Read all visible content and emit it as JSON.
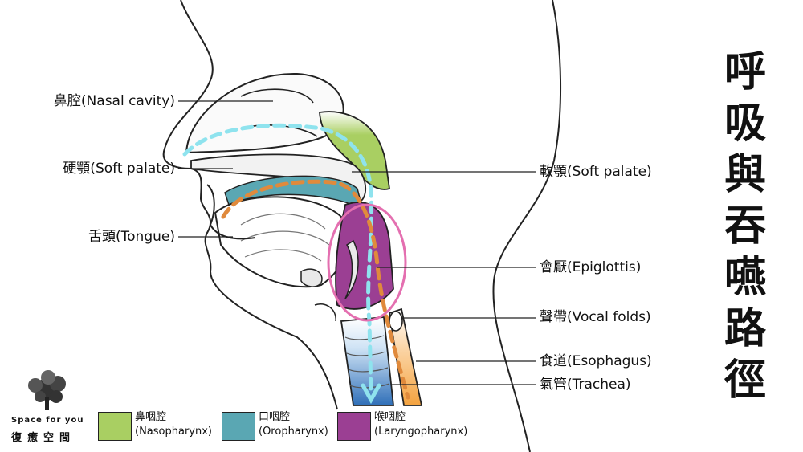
{
  "title_chars": [
    "呼",
    "吸",
    "與",
    "吞",
    "嚥",
    "路",
    "徑"
  ],
  "labels_left": {
    "nasal_cavity": "鼻腔(Nasal cavity)",
    "hard_palate": "硬顎(Soft palate)",
    "tongue": "舌頭(Tongue)"
  },
  "labels_right": {
    "soft_palate": "軟顎(Soft palate)",
    "epiglottis": "會厭(Epiglottis)",
    "vocal_folds": "聲帶(Vocal folds)",
    "esophagus": "食道(Esophagus)",
    "trachea": "氣管(Trachea)"
  },
  "legend": [
    {
      "zh": "鼻咽腔",
      "en": "(Nasopharynx)",
      "color": "#a9cf62"
    },
    {
      "zh": "口咽腔",
      "en": "(Oropharynx)",
      "color": "#5aa7b3"
    },
    {
      "zh": "喉咽腔",
      "en": "(Laryngopharynx)",
      "color": "#9b3f93"
    }
  ],
  "logo": {
    "line1": "Space for you",
    "line2": "復癒空間"
  },
  "colors": {
    "air_path": "#8fe3ee",
    "food_path": "#e08a3c",
    "highlight_circle": "#e46fb0",
    "esophagus_fill": "#f4a340",
    "trachea_fill": "#2f6fb8"
  }
}
